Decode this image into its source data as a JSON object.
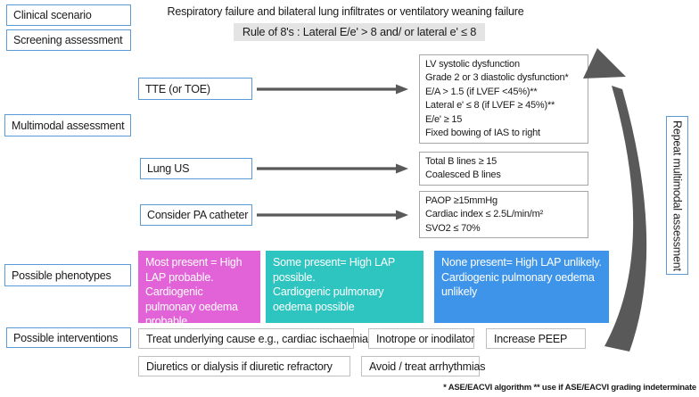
{
  "header": {
    "title": "Respiratory failure and bilateral lung infiltrates or ventilatory weaning failure",
    "rule": "Rule of 8's : Lateral E/e' > 8 and/ or lateral e' ≤ 8"
  },
  "row_labels": {
    "clinical_scenario": "Clinical scenario",
    "screening_assessment": "Screening assessment",
    "multimodal_assessment": "Multimodal assessment",
    "possible_phenotypes": "Possible phenotypes",
    "possible_interventions": "Possible interventions"
  },
  "assessments": [
    {
      "method": "TTE (or TOE)",
      "findings": [
        "LV systolic dysfunction",
        "Grade 2 or 3 diastolic dysfunction*",
        "E/A > 1.5 (if LVEF <45%)**",
        "Lateral e' ≤ 8 (if LVEF ≥ 45%)**",
        "E/e' ≥ 15",
        "Fixed bowing of IAS to right"
      ]
    },
    {
      "method": "Lung US",
      "findings": [
        "Total B lines ≥ 15",
        "Coalesced B lines"
      ]
    },
    {
      "method": "Consider PA catheter",
      "findings": [
        "PAOP ≥15mmHg",
        "Cardiac index ≤ 2.5L/min/m²",
        "SVO2 ≤ 70%"
      ]
    }
  ],
  "phenotypes": [
    {
      "lines": [
        "Most present = High LAP probable.",
        "Cardiogenic pulmonary oedema probable"
      ],
      "color": "#E263D8"
    },
    {
      "lines": [
        "Some present= High LAP possible.",
        "Cardiogenic pulmonary oedema possible"
      ],
      "color": "#2EC4BF"
    },
    {
      "lines": [
        "None present= High LAP unlikely.",
        "Cardiogenic pulmonary oedema unlikely"
      ],
      "color": "#3E94E8"
    }
  ],
  "interventions": {
    "row1": [
      "Treat underlying cause e.g., cardiac ischaemia",
      "Inotrope or inodilator",
      "Increase PEEP"
    ],
    "row2": [
      "Diuretics or dialysis if diuretic refractory",
      "Avoid / treat arrhythmias"
    ]
  },
  "repeat_label": "Repeat multimodal assessment",
  "footnote": "* ASE/EACVI algorithm ** use if ASE/EACVI grading indeterminate",
  "colors": {
    "box_border_blue": "#5B9BD5",
    "findings_border_gray": "#A6A6A6",
    "arrow_gray": "#595959",
    "rule_highlight": "#E4E4E4",
    "phenotype_probable": "#E263D8",
    "phenotype_possible": "#2EC4BF",
    "phenotype_unlikely": "#3E94E8"
  }
}
